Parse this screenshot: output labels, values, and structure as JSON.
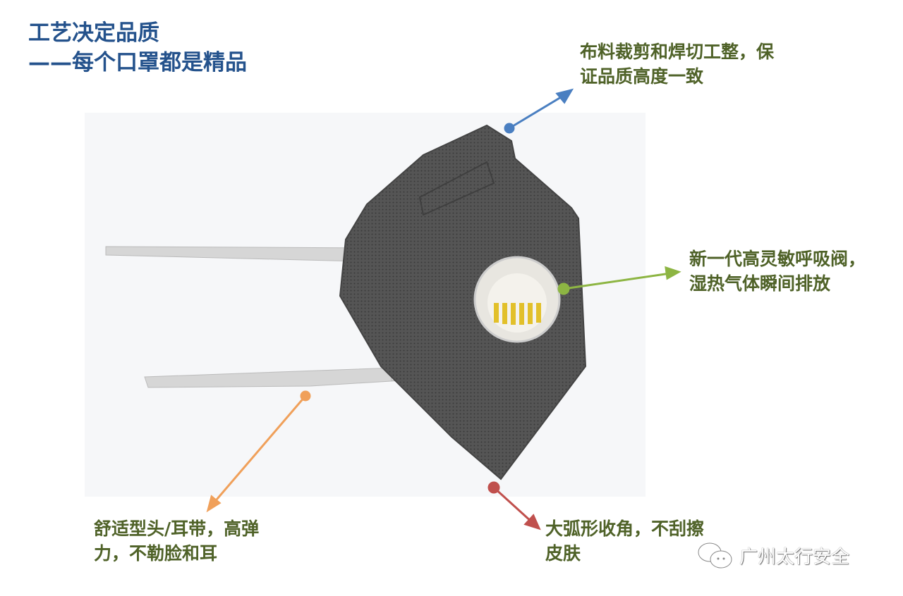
{
  "title": {
    "line1": "工艺决定品质",
    "line2": "——每个口罩都是精品"
  },
  "notes": {
    "fabric": {
      "line1": "布料裁剪和焊切工整，保",
      "line2": "证品质高度一致",
      "color": "#4a7fc1"
    },
    "valve": {
      "line1": "新一代高灵敏呼吸阀，",
      "line2": "湿热气体瞬间排放",
      "color": "#8db543"
    },
    "straps": {
      "line1": "舒适型头/耳带，高弹",
      "line2": "力，不勒脸和耳",
      "color": "#f0a05a"
    },
    "edge": {
      "line1": "大弧形收角，不刮擦",
      "line2": "皮肤",
      "color": "#c0504d"
    }
  },
  "watermark": {
    "icon": "wechat-icon",
    "text": "广州太行安全"
  }
}
